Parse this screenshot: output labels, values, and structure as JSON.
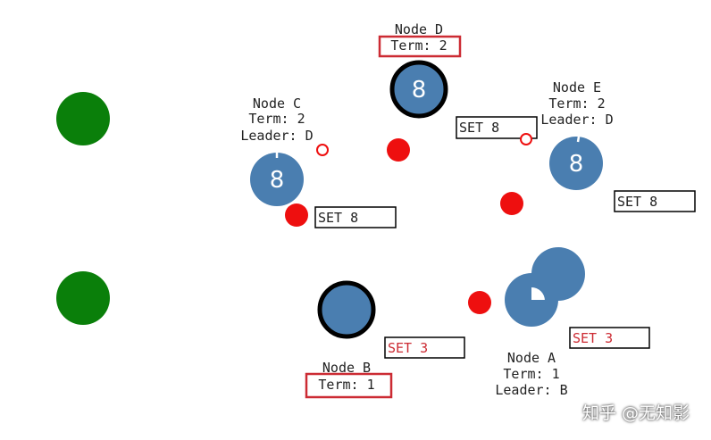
{
  "colors": {
    "node": "#4a7eb0",
    "client": "#0a7f0a",
    "message": "#ee0f0f",
    "highlight": "#cc2b33",
    "log_text_committed": "#222222",
    "log_text_uncommitted": "#cc2b33"
  },
  "nodes": {
    "d": {
      "name": "Node D",
      "term": "Term: 2",
      "value": "8",
      "log": "SET 8"
    },
    "c": {
      "name": "Node C",
      "term": "Term: 2",
      "leader": "Leader: D",
      "value": "8",
      "log": "SET 8"
    },
    "e": {
      "name": "Node E",
      "term": "Term: 2",
      "leader": "Leader: D",
      "value": "8",
      "log": "SET 8"
    },
    "b": {
      "name": "Node B",
      "term": "Term: 1",
      "value": "",
      "log": "SET 3"
    },
    "a": {
      "name": "Node A",
      "term": "Term: 1",
      "leader": "Leader: B",
      "value": "",
      "log": "SET 3"
    }
  },
  "watermark": "知乎 @无知影"
}
